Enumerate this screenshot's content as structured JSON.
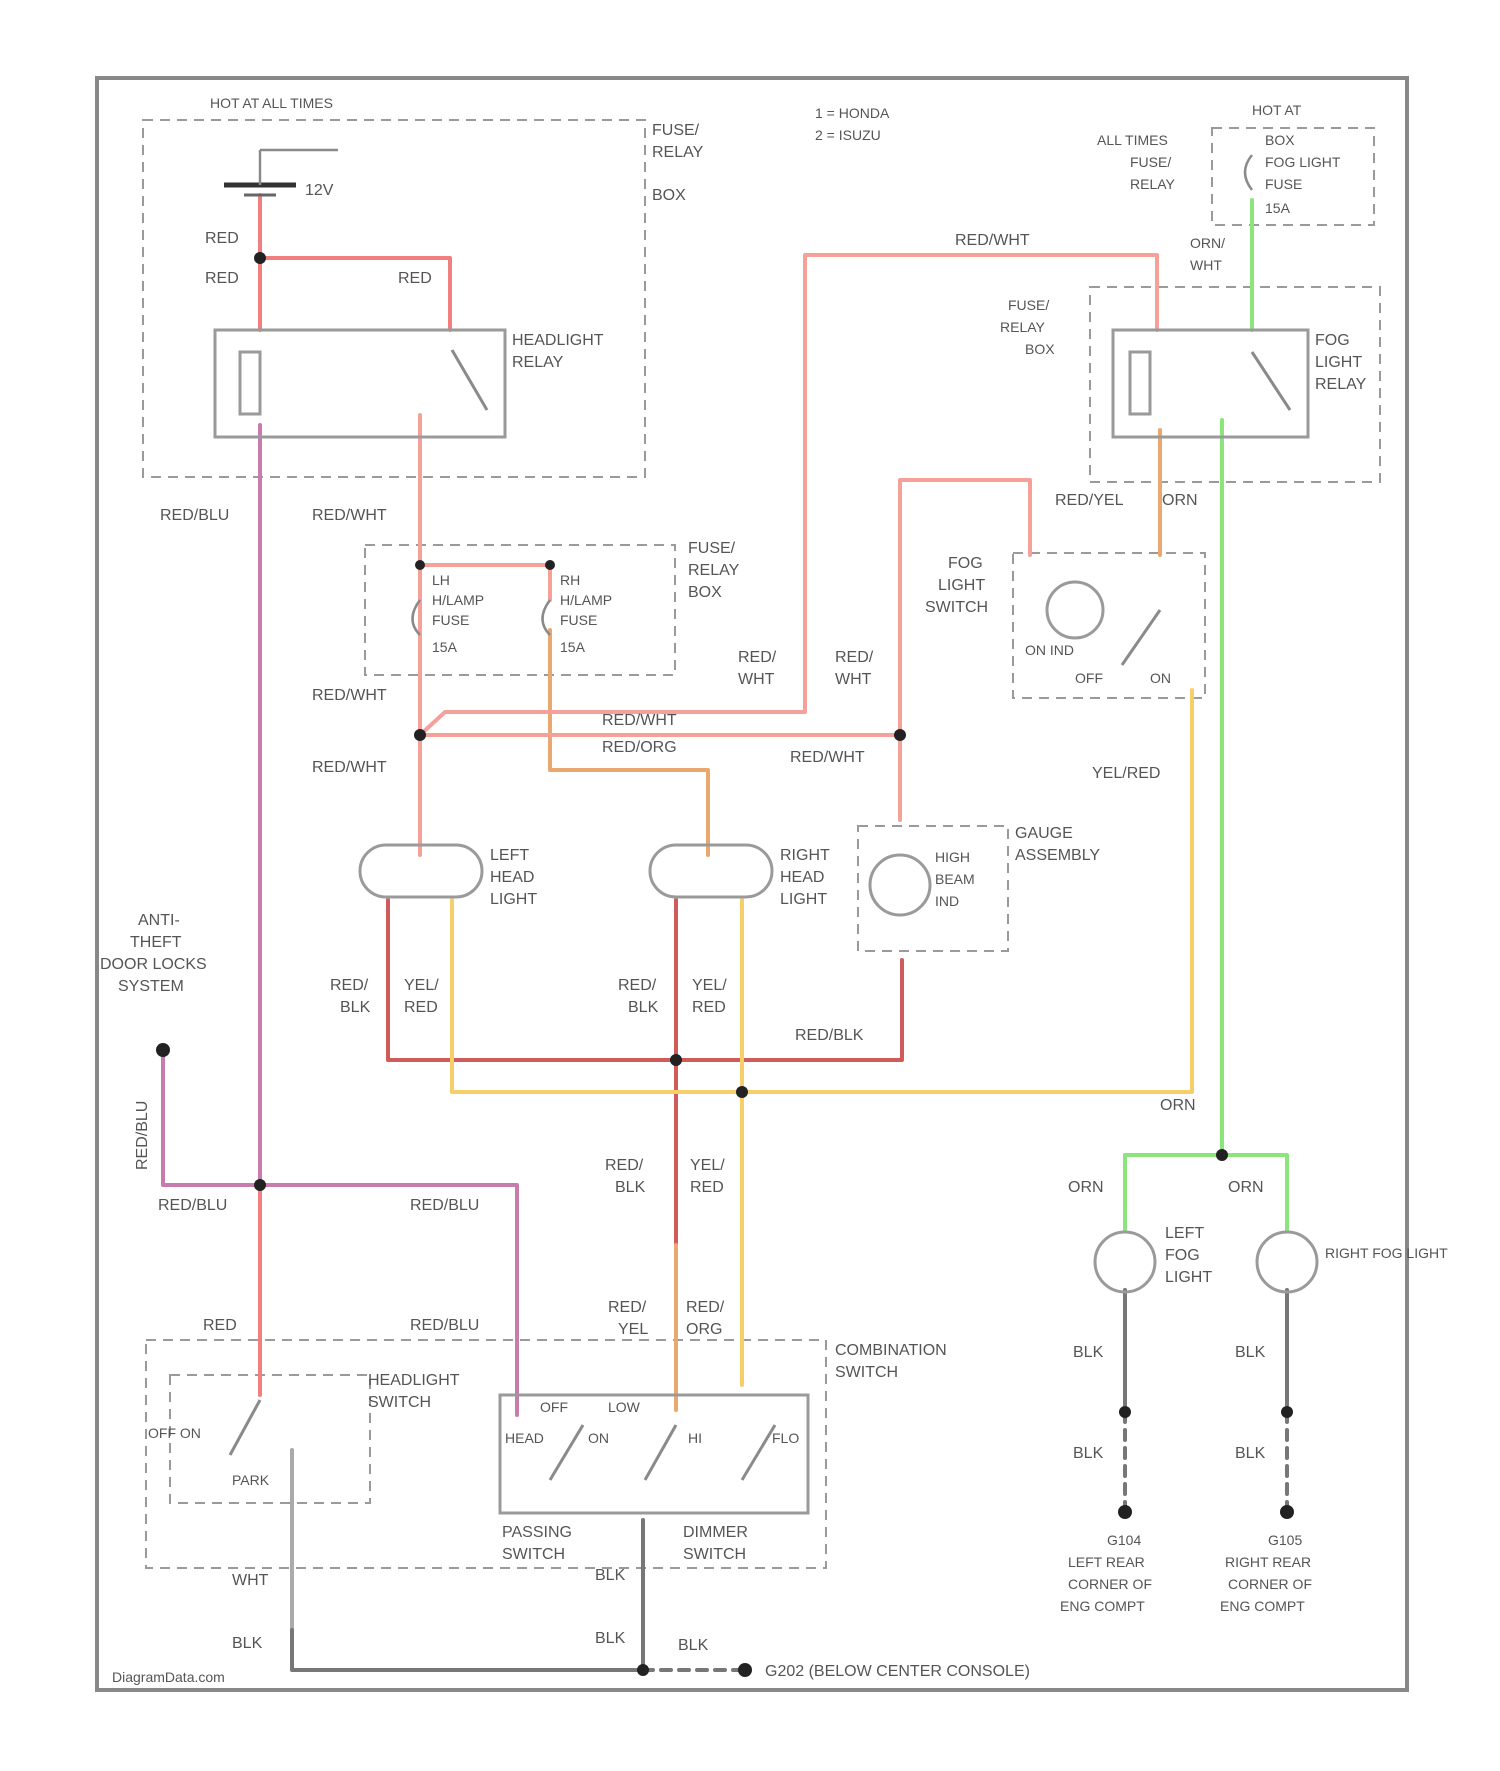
{
  "colors": {
    "red": "#f08080",
    "red_wht": "#f5a19a",
    "red_blu": "#c77cad",
    "red_blk": "#cf5b5b",
    "yel_red": "#f7cf6a",
    "red_org": "#e8a870",
    "vio_red": "#f2b266",
    "orn": "#8ae67a",
    "blk": "#777777",
    "frame": "#888888",
    "box": "#9a9a9a"
  },
  "legend": [
    "1 = HONDA",
    "2 = ISUZU"
  ],
  "footer": "DiagramData.com",
  "labels": {
    "hot_all_times": "HOT AT ALL TIMES",
    "fuse_relay_box_1": "FUSE/",
    "fuse_relay_box_2": "RELAY",
    "fuse_relay_box_3": "BOX",
    "battery": "12V",
    "red_a": "RED",
    "red_b": "RED",
    "red_c": "RED",
    "headlight_relay_1": "HEADLIGHT",
    "headlight_relay_2": "RELAY",
    "red_blu_a": "RED/BLU",
    "red_wht_a": "RED/WHT",
    "fuse_box2_1": "FUSE/",
    "fuse_box2_2": "RELAY",
    "fuse_box2_3": "BOX",
    "lh_fuse_1": "LH",
    "lh_fuse_2": "H/LAMP",
    "lh_fuse_3": "FUSE",
    "lh_fuse_4": "15A",
    "rh_fuse_1": "RH",
    "rh_fuse_2": "H/LAMP",
    "rh_fuse_3": "FUSE",
    "rh_fuse_4": "15A",
    "red_wht_b": "RED/WHT",
    "red_wht_c": "RED/WHT",
    "red_wht_d": "RED/WHT",
    "red_org_a": "RED/ORG",
    "red_wht_e": "RED/WHT",
    "red_wht_top": "RED/WHT",
    "red_wht_f1": "RED/",
    "red_wht_f2": "WHT",
    "red_wht_g1": "RED/",
    "red_wht_g2": "WHT",
    "hot_at_1": "HOT AT",
    "hot_at_2": "ALL TIMES",
    "hot_at_3": "FUSE/",
    "hot_at_4": "RELAY",
    "fog_fuse_1": "BOX",
    "fog_fuse_2": "FOG LIGHT",
    "fog_fuse_3": "FUSE",
    "fog_fuse_4": "15A",
    "orn_wht_1": "ORN/",
    "orn_wht_2": "WHT",
    "fuse_relay_box_r1": "FUSE/",
    "fuse_relay_box_r2": "RELAY",
    "fuse_relay_box_r3": "BOX",
    "fog_relay_1": "FOG",
    "fog_relay_2": "LIGHT",
    "fog_relay_3": "RELAY",
    "red_yel": "RED/YEL",
    "orn_a": "ORN",
    "fog_switch_1": "FOG",
    "fog_switch_2": "LIGHT",
    "fog_switch_3": "SWITCH",
    "on_ind": "ON IND",
    "off": "OFF",
    "on": "ON",
    "vel_red": "YEL/RED",
    "left_head_1": "LEFT",
    "left_head_2": "HEAD",
    "left_head_3": "LIGHT",
    "right_head_1": "RIGHT",
    "right_head_2": "HEAD",
    "right_head_3": "LIGHT",
    "high_beam_1": "HIGH",
    "high_beam_2": "BEAM",
    "high_beam_3": "IND",
    "gauge_1": "GAUGE",
    "gauge_2": "ASSEMBLY",
    "anti_theft_1": "ANTI-",
    "anti_theft_2": "THEFT",
    "anti_theft_3": "DOOR LOCKS",
    "anti_theft_4": "SYSTEM",
    "red_blk_a1": "RED/",
    "red_blk_a2": "BLK",
    "yel_red_a1": "YEL/",
    "yel_red_a2": "RED",
    "red_blk_b1": "RED/",
    "red_blk_b2": "BLK",
    "yel_red_b1": "YEL/",
    "yel_red_b2": "RED",
    "red_blk_c": "RED/BLK",
    "orn_b": "ORN",
    "red_blu_v": "RED/BLU",
    "red_blu_b": "RED/BLU",
    "red_blu_c": "RED/BLU",
    "red_blk_d1": "RED/",
    "red_blk_d2": "BLK",
    "yel_red_c1": "YEL/",
    "yel_red_c2": "RED",
    "red_d": "RED",
    "red_blu_d": "RED/BLU",
    "red_yel_b1": "RED/",
    "red_yel_b2": "YEL",
    "red_org_b1": "RED/",
    "red_org_b2": "ORG",
    "combo_1": "COMBINATION",
    "combo_2": "SWITCH",
    "headlight_sw_1": "HEADLIGHT",
    "headlight_sw_2": "SWITCH",
    "off_on": "OFF ON",
    "park": "PARK",
    "sw_off": "OFF",
    "sw_low": "LOW",
    "sw_head": "HEAD",
    "sw_on": "ON",
    "sw_hi": "HI",
    "sw_flo": "FLO",
    "passing_1": "PASSING",
    "passing_2": "SWITCH",
    "dimmer_1": "DIMMER",
    "dimmer_2": "SWITCH",
    "wht": "WHT",
    "blk_a": "BLK",
    "blk_b": "BLK",
    "blk_c": "BLK",
    "blk_d": "BLK",
    "blk_e": "BLK",
    "blk_f": "BLK",
    "blk_g": "BLK",
    "orn_c": "ORN",
    "orn_d": "ORN",
    "left_fog_1": "LEFT",
    "left_fog_2": "FOG",
    "left_fog_3": "LIGHT",
    "right_fog": "RIGHT FOG LIGHT",
    "g104_1": "G104",
    "g104_2": "LEFT REAR",
    "g104_3": "CORNER OF",
    "g104_4": "ENG COMPT",
    "g105_1": "G105",
    "g105_2": "RIGHT REAR",
    "g105_3": "CORNER OF",
    "g105_4": "ENG COMPT",
    "ground_main": "G202 (BELOW CENTER CONSOLE)"
  }
}
